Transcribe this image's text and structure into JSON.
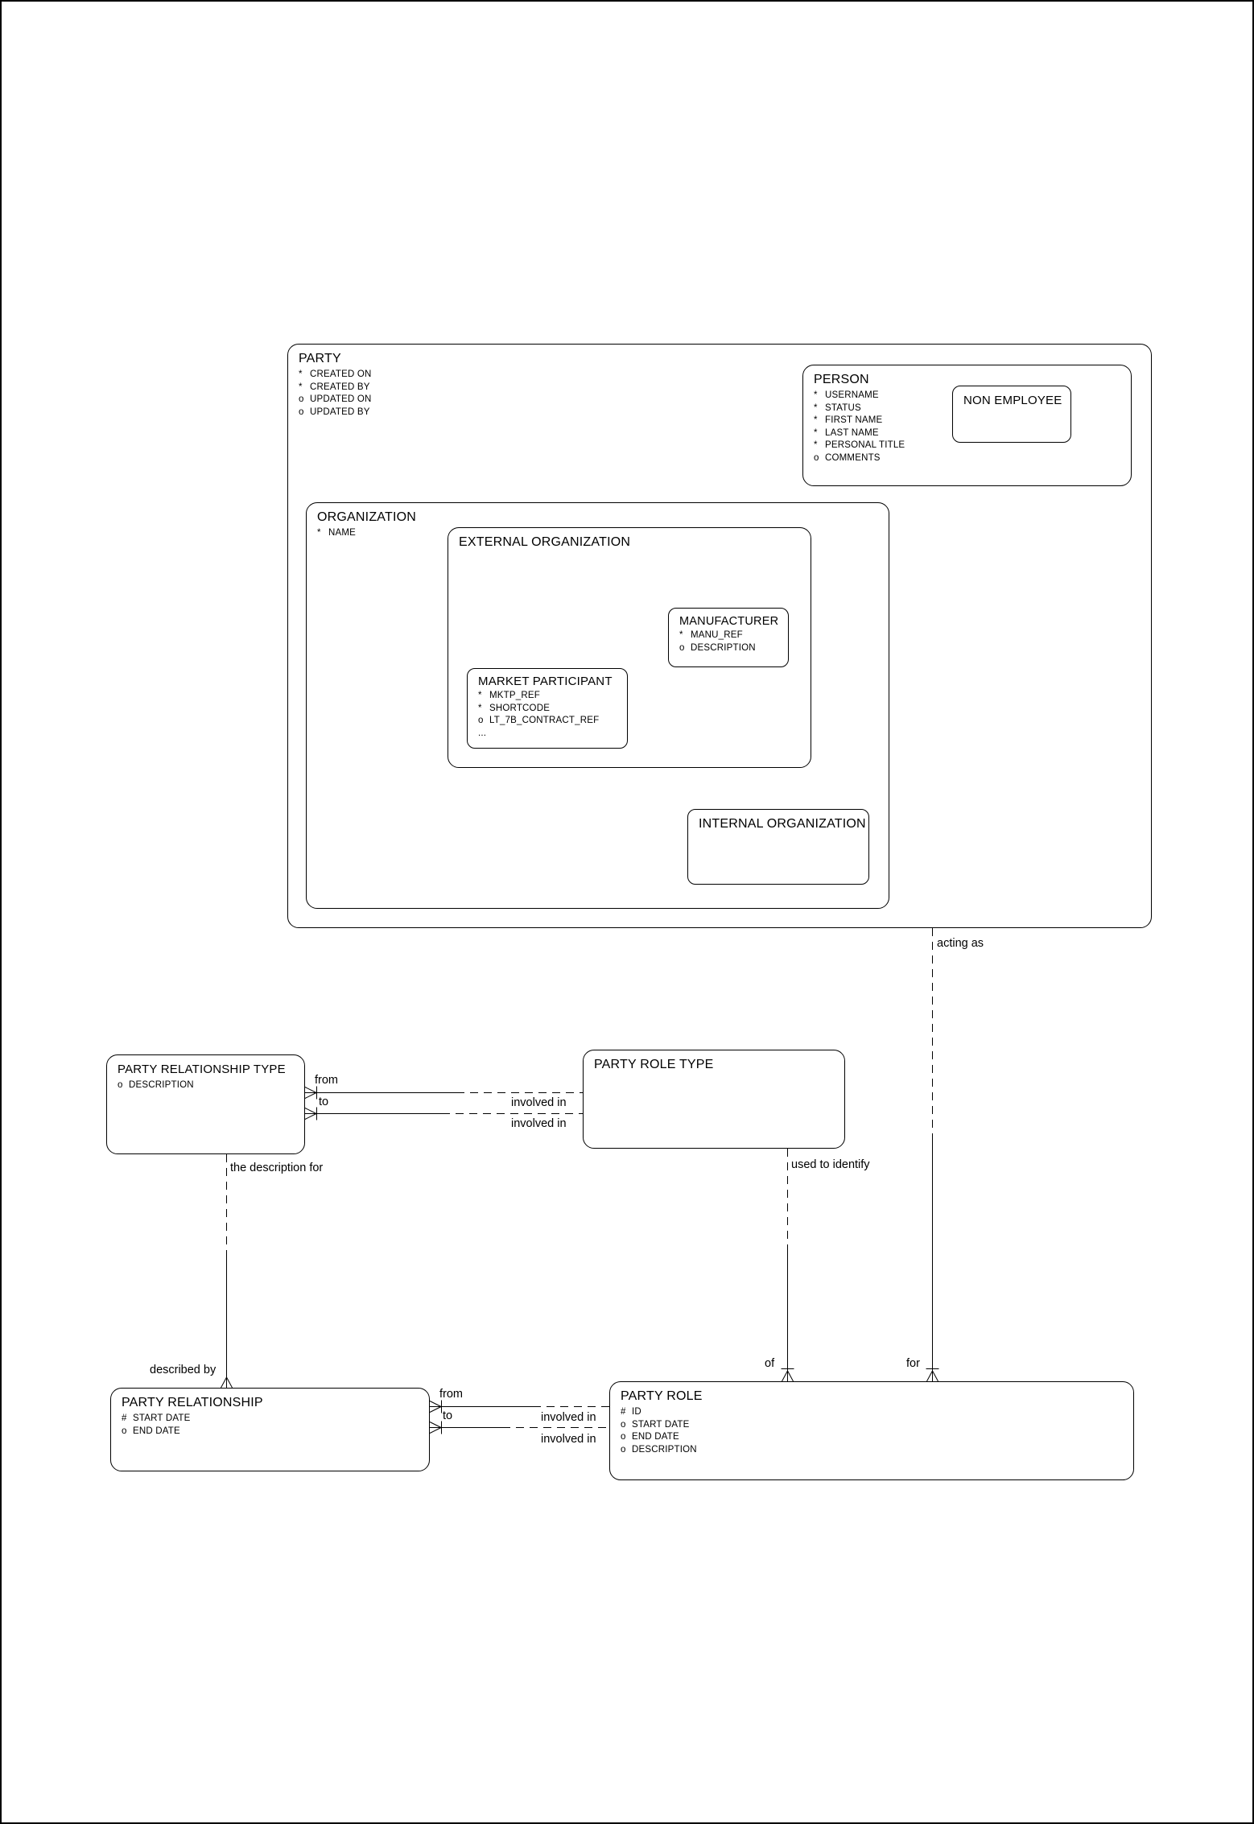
{
  "colors": {
    "ink": "#000000",
    "paper": "#ffffff"
  },
  "diagram": {
    "entities": {
      "party": {
        "title": "PARTY",
        "attributes": [
          {
            "mark": "*",
            "name": "CREATED ON"
          },
          {
            "mark": "*",
            "name": "CREATED BY"
          },
          {
            "mark": "o",
            "name": "UPDATED ON"
          },
          {
            "mark": "o",
            "name": "UPDATED BY"
          }
        ]
      },
      "person": {
        "title": "PERSON",
        "attributes": [
          {
            "mark": "*",
            "name": "USERNAME"
          },
          {
            "mark": "*",
            "name": "STATUS"
          },
          {
            "mark": "*",
            "name": "FIRST NAME"
          },
          {
            "mark": "*",
            "name": "LAST NAME"
          },
          {
            "mark": "*",
            "name": "PERSONAL TITLE"
          },
          {
            "mark": "o",
            "name": "COMMENTS"
          }
        ]
      },
      "non_employee": {
        "title": "NON EMPLOYEE",
        "attributes": []
      },
      "organization": {
        "title": "ORGANIZATION",
        "attributes": [
          {
            "mark": "*",
            "name": "NAME"
          }
        ]
      },
      "external_organization": {
        "title": "EXTERNAL ORGANIZATION",
        "attributes": []
      },
      "manufacturer": {
        "title": "MANUFACTURER",
        "attributes": [
          {
            "mark": "*",
            "name": "MANU_REF"
          },
          {
            "mark": "o",
            "name": "DESCRIPTION"
          }
        ]
      },
      "market_participant": {
        "title": "MARKET PARTICIPANT",
        "attributes": [
          {
            "mark": "*",
            "name": "MKTP_REF"
          },
          {
            "mark": "*",
            "name": "SHORTCODE"
          },
          {
            "mark": "o",
            "name": "LT_7B_CONTRACT_REF"
          },
          {
            "mark": "...",
            "name": ""
          }
        ]
      },
      "internal_organization": {
        "title": "INTERNAL ORGANIZATION",
        "attributes": []
      },
      "party_relationship_type": {
        "title": "PARTY RELATIONSHIP TYPE",
        "attributes": [
          {
            "mark": "o",
            "name": "DESCRIPTION"
          }
        ]
      },
      "party_role_type": {
        "title": "PARTY ROLE TYPE",
        "attributes": []
      },
      "party_relationship": {
        "title": "PARTY RELATIONSHIP",
        "attributes": [
          {
            "mark": "#",
            "name": "START DATE"
          },
          {
            "mark": "o",
            "name": "END DATE"
          }
        ]
      },
      "party_role": {
        "title": "PARTY ROLE",
        "attributes": [
          {
            "mark": "#",
            "name": "ID"
          },
          {
            "mark": "o",
            "name": "START DATE"
          },
          {
            "mark": "o",
            "name": "END DATE"
          },
          {
            "mark": "o",
            "name": "DESCRIPTION"
          }
        ]
      }
    },
    "relationship_labels": {
      "acting_as": "acting as",
      "for": "for",
      "used_to_identify": "used to identify",
      "of": "of",
      "the_description_for": "the description for",
      "described_by": "described by",
      "from_top": "from",
      "to_top": "to",
      "involved_in_top_1": "involved in",
      "involved_in_top_2": "involved in",
      "from_bottom": "from",
      "to_bottom": "to",
      "involved_in_bottom_1": "involved in",
      "involved_in_bottom_2": "involved in"
    }
  }
}
